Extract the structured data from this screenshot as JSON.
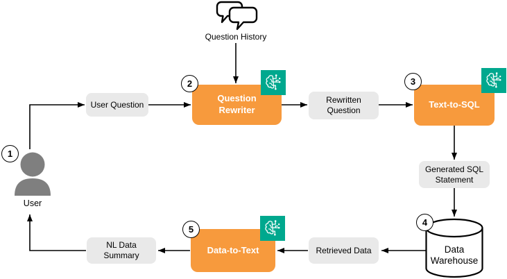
{
  "diagram": {
    "type": "flowchart",
    "colors": {
      "process_box": "#F79A3D",
      "ai_badge": "#00A88E",
      "data_box": "#E9E9E9",
      "person": "#7F7F7F",
      "connector": "#000000"
    },
    "nodes": {
      "user": {
        "label": "User",
        "step": "1"
      },
      "question_history": {
        "label": "Question History"
      },
      "user_question": {
        "label": "User Question"
      },
      "question_rewriter": {
        "label": "Question Rewriter",
        "step": "2",
        "ai": true
      },
      "rewritten_question": {
        "label": "Rewritten Question"
      },
      "text_to_sql": {
        "label": "Text-to-SQL",
        "step": "3",
        "ai": true
      },
      "generated_sql": {
        "label": "Generated SQL Statement"
      },
      "data_warehouse": {
        "label": "Data Warehouse",
        "step": "4"
      },
      "retrieved_data": {
        "label": "Retrieved Data"
      },
      "data_to_text": {
        "label": "Data-to-Text",
        "step": "5",
        "ai": true
      },
      "nl_data_summary": {
        "label": "NL Data Summary"
      }
    },
    "edges": [
      {
        "from": "user",
        "to": "user_question"
      },
      {
        "from": "user_question",
        "to": "question_rewriter"
      },
      {
        "from": "question_history",
        "to": "question_rewriter"
      },
      {
        "from": "question_rewriter",
        "to": "rewritten_question"
      },
      {
        "from": "rewritten_question",
        "to": "text_to_sql"
      },
      {
        "from": "text_to_sql",
        "to": "generated_sql"
      },
      {
        "from": "generated_sql",
        "to": "data_warehouse"
      },
      {
        "from": "data_warehouse",
        "to": "retrieved_data"
      },
      {
        "from": "retrieved_data",
        "to": "data_to_text"
      },
      {
        "from": "data_to_text",
        "to": "nl_data_summary"
      },
      {
        "from": "nl_data_summary",
        "to": "user"
      }
    ]
  }
}
